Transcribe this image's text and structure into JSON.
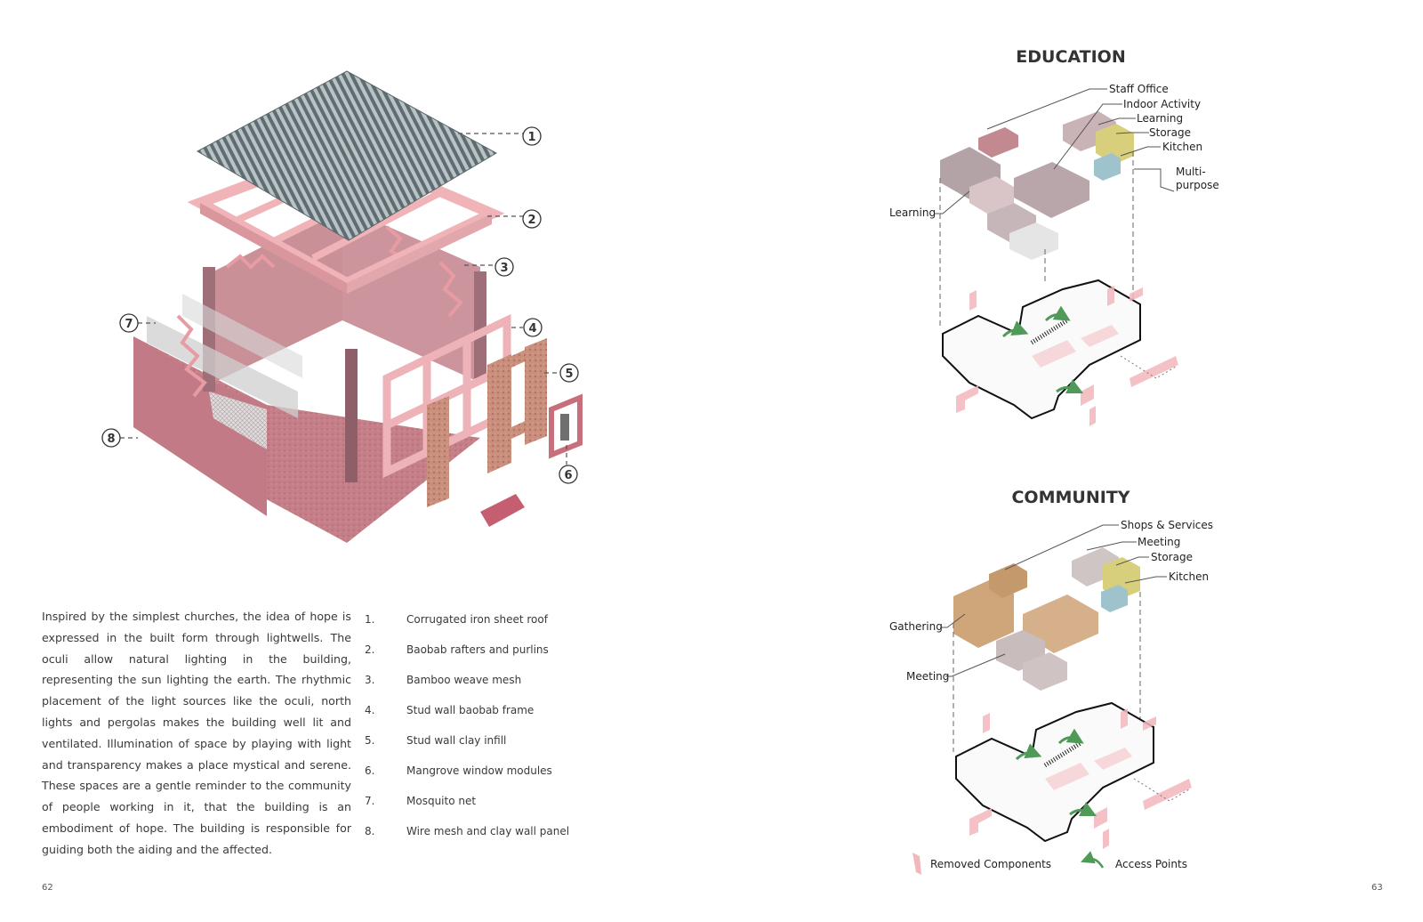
{
  "left_page": {
    "description": "Inspired by the simplest churches, the idea of hope is expressed in the built form through lightwells. The oculi allow natural lighting in the building, representing the sun lighting the earth. The rhythmic placement of the light sources like the oculi, north lights and pergolas makes the building well lit and ventilated. Illumination of space by playing with light and transparency makes a place mystical and serene.  These spaces are a gentle reminder to the community of people working in it, that the building is an embodiment of hope. The building is responsible for guiding both the aiding and the affected.",
    "callouts": [
      "1",
      "2",
      "3",
      "4",
      "5",
      "6",
      "7",
      "8"
    ],
    "components": [
      {
        "num": "1.",
        "label": "Corrugated iron sheet roof"
      },
      {
        "num": "2.",
        "label": "Baobab rafters and purlins"
      },
      {
        "num": "3.",
        "label": "Bamboo weave mesh"
      },
      {
        "num": "4.",
        "label": "Stud wall baobab frame"
      },
      {
        "num": "5.",
        "label": "Stud wall clay infill"
      },
      {
        "num": "6.",
        "label": "Mangrove window modules"
      },
      {
        "num": "7.",
        "label": "Mosquito net"
      },
      {
        "num": "8.",
        "label": "Wire mesh and clay wall panel"
      }
    ],
    "page_number": "62"
  },
  "right_page": {
    "education": {
      "title": "EDUCATION",
      "labels": [
        "Staff Office",
        "Indoor Activity",
        "Learning",
        "Storage",
        "Kitchen",
        "Multi-",
        "purpose",
        "Learning"
      ]
    },
    "community": {
      "title": "COMMUNITY",
      "labels": [
        "Shops & Services",
        "Meeting",
        "Storage",
        "Kitchen",
        "Gathering",
        "Meeting"
      ]
    },
    "legend": {
      "removed": "Removed Components",
      "access": "Access Points"
    },
    "page_number": "63"
  },
  "colors": {
    "pink_wall": "#c98a93",
    "pink_light": "#f0b8bd",
    "roof": "#7d8a8f",
    "mauve": "#b3a3a6",
    "tan": "#cfa57a",
    "yellow": "#d8cf7c",
    "blue": "#9fc3cc",
    "access_green": "#4f9a58"
  }
}
